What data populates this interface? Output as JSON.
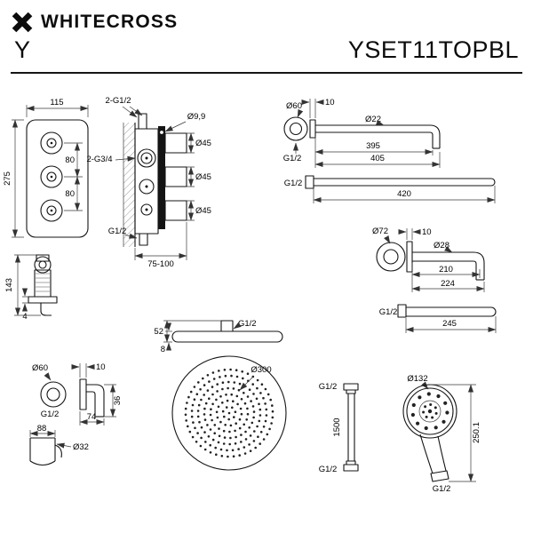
{
  "header": {
    "brand": "WHITECROSS",
    "series": "Y",
    "model": "YSET11TOPBL"
  },
  "drawings": {
    "mixer_front": {
      "width": "115",
      "height": "275",
      "knob_spacing_top": "80",
      "knob_spacing_bottom": "80"
    },
    "mixer_side": {
      "top_connections": "2-G1/2",
      "screw_hole": "Ø9,9",
      "inlet_connections": "2-G3/4",
      "knob_top": "Ø45",
      "knob_middle": "Ø45",
      "knob_bottom": "Ø45",
      "bottom_connection": "G1/2",
      "mount_depth": "75-100"
    },
    "shower_arm_curved": {
      "flange": "Ø60",
      "flange_depth": "10",
      "pipe": "Ø22",
      "length_inner": "395",
      "length_outer": "405",
      "thread": "G1/2"
    },
    "shower_arm_straight": {
      "thread": "G1/2",
      "length": "420"
    },
    "spout_curved": {
      "flange": "Ø72",
      "flange_depth": "10",
      "pipe": "Ø28",
      "length_inner": "210",
      "length_outer": "224"
    },
    "spout_straight": {
      "thread": "G1/2",
      "length": "245"
    },
    "holder": {
      "height": "143",
      "base_thickness": "4"
    },
    "wall_outlet": {
      "flange": "Ø60",
      "flange_depth": "10",
      "thread": "G1/2",
      "height": "36",
      "depth_inner": "74",
      "depth_outer": "88",
      "holder_diameter": "Ø32"
    },
    "head_shower": {
      "profile_height": "52",
      "edge_thickness": "8",
      "thread": "G1/2",
      "diameter": "Ø300"
    },
    "hose": {
      "thread_top": "G1/2",
      "length": "1500",
      "thread_bottom": "G1/2"
    },
    "hand_shower": {
      "head_diameter": "Ø132",
      "length": "250.1",
      "thread": "G1/2"
    }
  }
}
